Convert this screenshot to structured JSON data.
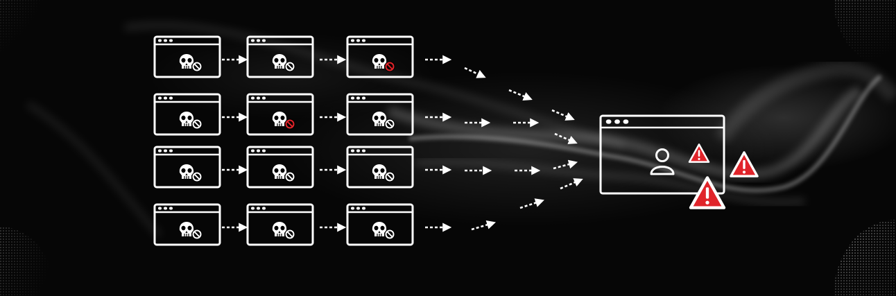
{
  "image": {
    "description_icons": {
      "browser_window_icon": "browser-window-icon",
      "malware_icon": "skull-icon",
      "blocked_icon": "blocked-icon",
      "user_icon": "user-icon",
      "warning_icon": "warning-icon",
      "arrow_icon": "dashed-arrow-icon"
    },
    "colors": {
      "background": "#060606",
      "foreground": "#ffffff",
      "alert": "#e0242a"
    },
    "grid": {
      "rows": 4,
      "columns": 3,
      "highlighted_blocked": [
        [
          0,
          2
        ],
        [
          1,
          1
        ]
      ]
    }
  }
}
